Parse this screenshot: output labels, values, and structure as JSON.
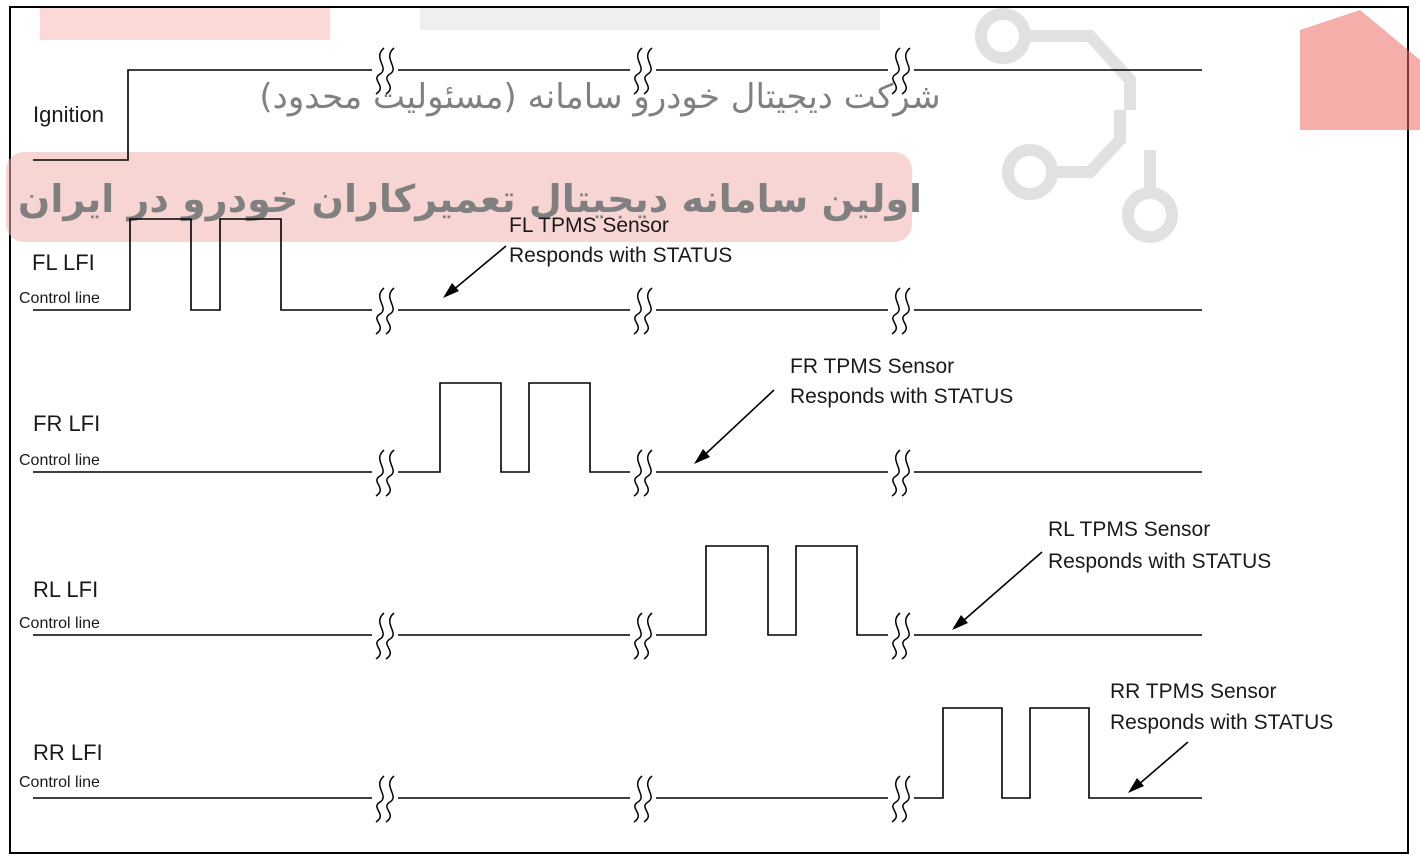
{
  "watermark": {
    "line1": "شرکت دیجیتال خودرو سامانه (مسئولیت محدود)",
    "line2": "اولین سامانه دیجیتال تعمیرکاران خودرو در ایران",
    "accent": "#e0302a",
    "text_color": "#8a8a8a",
    "icon": "circuit-car-icon"
  },
  "signals": [
    {
      "name": "Ignition",
      "sub": ""
    },
    {
      "name": "FL LFI",
      "sub": "Control line"
    },
    {
      "name": "FR LFI",
      "sub": "Control line"
    },
    {
      "name": "RL LFI",
      "sub": "Control line"
    },
    {
      "name": "RR LFI",
      "sub": "Control line"
    }
  ],
  "annotations": [
    {
      "line1": "FL TPMS Sensor",
      "line2": "Responds with STATUS"
    },
    {
      "line1": "FR TPMS Sensor",
      "line2": "Responds with STATUS"
    },
    {
      "line1": "RL TPMS Sensor",
      "line2": "Responds with STATUS"
    },
    {
      "line1": "RR TPMS Sensor",
      "line2": "Responds with STATUS"
    }
  ]
}
